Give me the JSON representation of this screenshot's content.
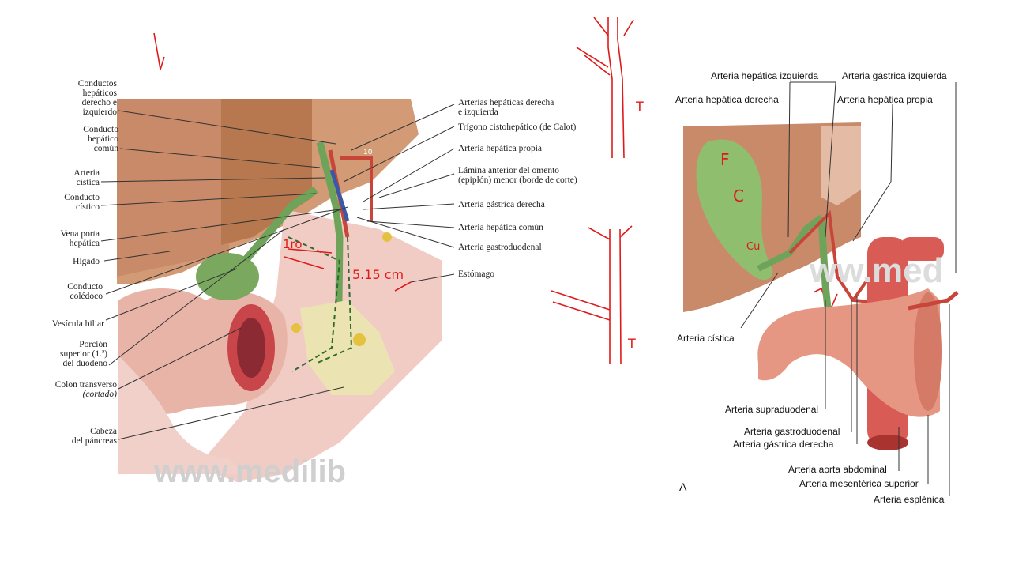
{
  "left_figure": {
    "labels_left": [
      {
        "id": "conductos-hepaticos",
        "lines": [
          "Conductos",
          "hepáticos",
          "derecho e",
          "izquierdo"
        ]
      },
      {
        "id": "conducto-hepatico-comun",
        "lines": [
          "Conducto",
          "hepático",
          "común"
        ]
      },
      {
        "id": "arteria-cistica",
        "lines": [
          "Arteria",
          "cística"
        ]
      },
      {
        "id": "conducto-cistico",
        "lines": [
          "Conducto",
          "cístico"
        ]
      },
      {
        "id": "vena-porta",
        "lines": [
          "Vena porta",
          "hepática"
        ]
      },
      {
        "id": "higado",
        "lines": [
          "Hígado"
        ]
      },
      {
        "id": "conducto-coledoco",
        "lines": [
          "Conducto",
          "colédoco"
        ]
      },
      {
        "id": "vesicula",
        "lines": [
          "Vesícula biliar"
        ]
      },
      {
        "id": "porcion-duodeno",
        "lines": [
          "Porción",
          "superior (1.ª)",
          "del duodeno"
        ]
      },
      {
        "id": "colon-transverso",
        "lines": [
          "Colon transverso",
          "(cortado)"
        ]
      },
      {
        "id": "cabeza-pancreas",
        "lines": [
          "Cabeza",
          "del páncreas"
        ]
      }
    ],
    "labels_right": [
      {
        "id": "arterias-hepaticas",
        "lines": [
          "Arterias hepáticas derecha",
          "e izquierda"
        ]
      },
      {
        "id": "trigono",
        "lines": [
          "Trígono cistohepático (de Calot)"
        ]
      },
      {
        "id": "arteria-hepatica-propia",
        "lines": [
          "Arteria hepática propia"
        ]
      },
      {
        "id": "lamina-omento",
        "lines": [
          "Lámina anterior del omento",
          "(epiplón) menor (borde de corte)"
        ]
      },
      {
        "id": "arteria-gastrica-derecha",
        "lines": [
          "Arteria gástrica derecha"
        ]
      },
      {
        "id": "arteria-hepatica-comun",
        "lines": [
          "Arteria hepática común"
        ]
      },
      {
        "id": "arteria-gastroduodenal",
        "lines": [
          "Arteria gastroduodenal"
        ]
      },
      {
        "id": "estomago",
        "lines": [
          "Estómago"
        ]
      }
    ],
    "watermark": "www.medilib",
    "annotations": {
      "first_portion": "1ro",
      "length": "5.15 cm",
      "small_mark": "10"
    }
  },
  "right_figure": {
    "labels_top": [
      {
        "id": "r-hep-izq",
        "text": "Arteria hepática izquierda"
      },
      {
        "id": "r-gas-izq",
        "text": "Arteria gástrica izquierda"
      },
      {
        "id": "r-hep-der",
        "text": "Arteria hepática derecha"
      },
      {
        "id": "r-hep-prop",
        "text": "Arteria hepática propia"
      }
    ],
    "labels_bottom": [
      {
        "id": "r-cistica",
        "text": "Arteria cística"
      },
      {
        "id": "r-supraduodenal",
        "text": "Arteria supraduodenal"
      },
      {
        "id": "r-gastroduodenal",
        "text": "Arteria gastroduodenal"
      },
      {
        "id": "r-gastrica-der",
        "text": "Arteria gástrica derecha"
      },
      {
        "id": "r-aorta",
        "text": "Arteria aorta abdominal"
      },
      {
        "id": "r-mesenterica",
        "text": "Arteria mesentérica superior"
      },
      {
        "id": "r-esplenica",
        "text": "Arteria esplénica"
      }
    ],
    "panel_letter": "A",
    "watermark": "ww.med",
    "annotations": {
      "fundus": "F",
      "body": "C",
      "neck": "Cu",
      "t1": "T",
      "t2": "T"
    }
  },
  "colors": {
    "ink": "#e01a1a",
    "bile": "#6fa35a",
    "artery": "#c8453a",
    "liver": "#c98a6a"
  }
}
